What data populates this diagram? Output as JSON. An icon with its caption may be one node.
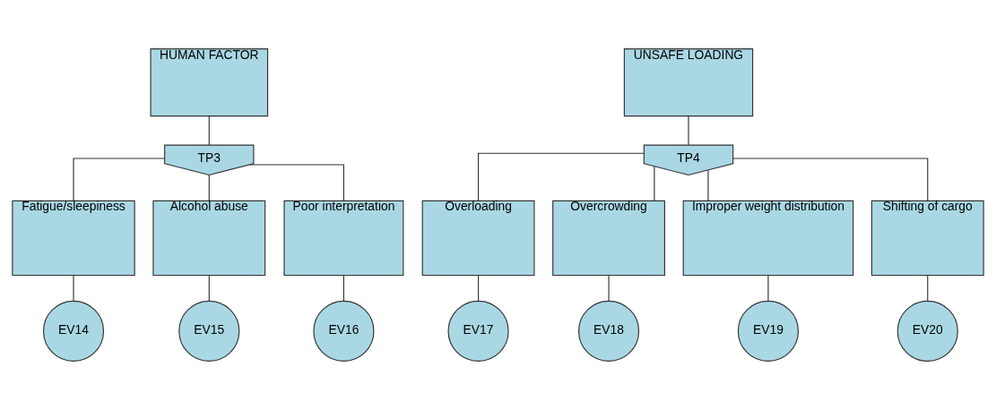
{
  "diagram": {
    "nodes": [
      {
        "text": [
          "HUMAN FACTOR"
        ]
      },
      {
        "text": [
          "TP3"
        ]
      },
      {
        "text": [
          "Fatigue/sleepiness"
        ]
      },
      {
        "text": [
          "EV14"
        ]
      },
      {
        "text": [
          "Alcohol abuse"
        ]
      },
      {
        "text": [
          "EV15"
        ]
      },
      {
        "text": [
          "Poor interpretation"
        ]
      },
      {
        "text": [
          "EV16"
        ]
      },
      {
        "text": [
          "UNSAFE LOADING"
        ]
      },
      {
        "text": [
          "TP4"
        ]
      },
      {
        "text": [
          "Overloading"
        ]
      },
      {
        "text": [
          "EV17"
        ]
      },
      {
        "text": [
          "Overcrowding"
        ]
      },
      {
        "text": [
          "EV18"
        ]
      },
      {
        "text": [
          "Improper weight distribution"
        ]
      },
      {
        "text": [
          "EV19"
        ]
      },
      {
        "text": [
          "Shifting of cargo"
        ]
      },
      {
        "text": [
          "EV20"
        ]
      }
    ],
    "edges": [
      {
        "from": 0,
        "to": 1,
        "arrow": "none"
      },
      {
        "from": 1,
        "to": 2,
        "arrow": "none"
      },
      {
        "from": 1,
        "to": 4,
        "arrow": "none"
      },
      {
        "from": 1,
        "to": 6,
        "arrow": "none"
      },
      {
        "from": 2,
        "to": 3,
        "arrow": "none"
      },
      {
        "from": 4,
        "to": 5,
        "arrow": "none"
      },
      {
        "from": 6,
        "to": 7,
        "arrow": "none"
      },
      {
        "from": 8,
        "to": 9,
        "arrow": "none"
      },
      {
        "from": 9,
        "to": 10,
        "arrow": "none"
      },
      {
        "from": 9,
        "to": 12,
        "arrow": "none"
      },
      {
        "from": 9,
        "to": 14,
        "arrow": "none"
      },
      {
        "from": 9,
        "to": 16,
        "arrow": "none"
      },
      {
        "from": 10,
        "to": 11,
        "arrow": "none"
      },
      {
        "from": 12,
        "to": 13,
        "arrow": "none"
      },
      {
        "from": 14,
        "to": 15,
        "arrow": "none"
      },
      {
        "from": 16,
        "to": 17,
        "arrow": "none"
      }
    ]
  }
}
